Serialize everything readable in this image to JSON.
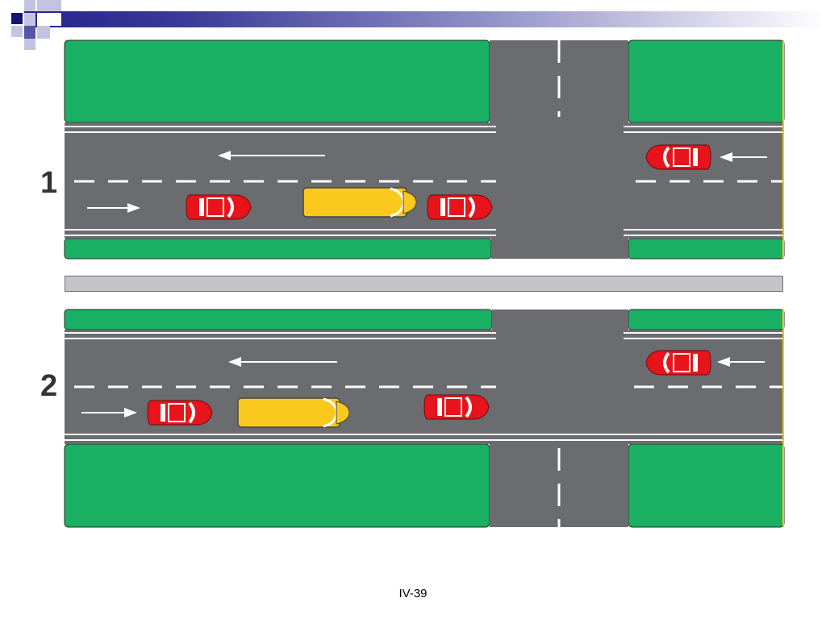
{
  "slide_number": "IV-39",
  "panels": [
    {
      "label": "1"
    },
    {
      "label": "2"
    }
  ],
  "colors": {
    "grass": "#19b064",
    "asphalt": "#6b6c6f",
    "marking": "#ffffff",
    "car": "#e8141c",
    "bus": "#f9c91e"
  },
  "icons": {
    "car": "car-icon",
    "bus": "bus-icon",
    "arrow": "direction-arrow-icon",
    "header": "header-squares-icon"
  }
}
